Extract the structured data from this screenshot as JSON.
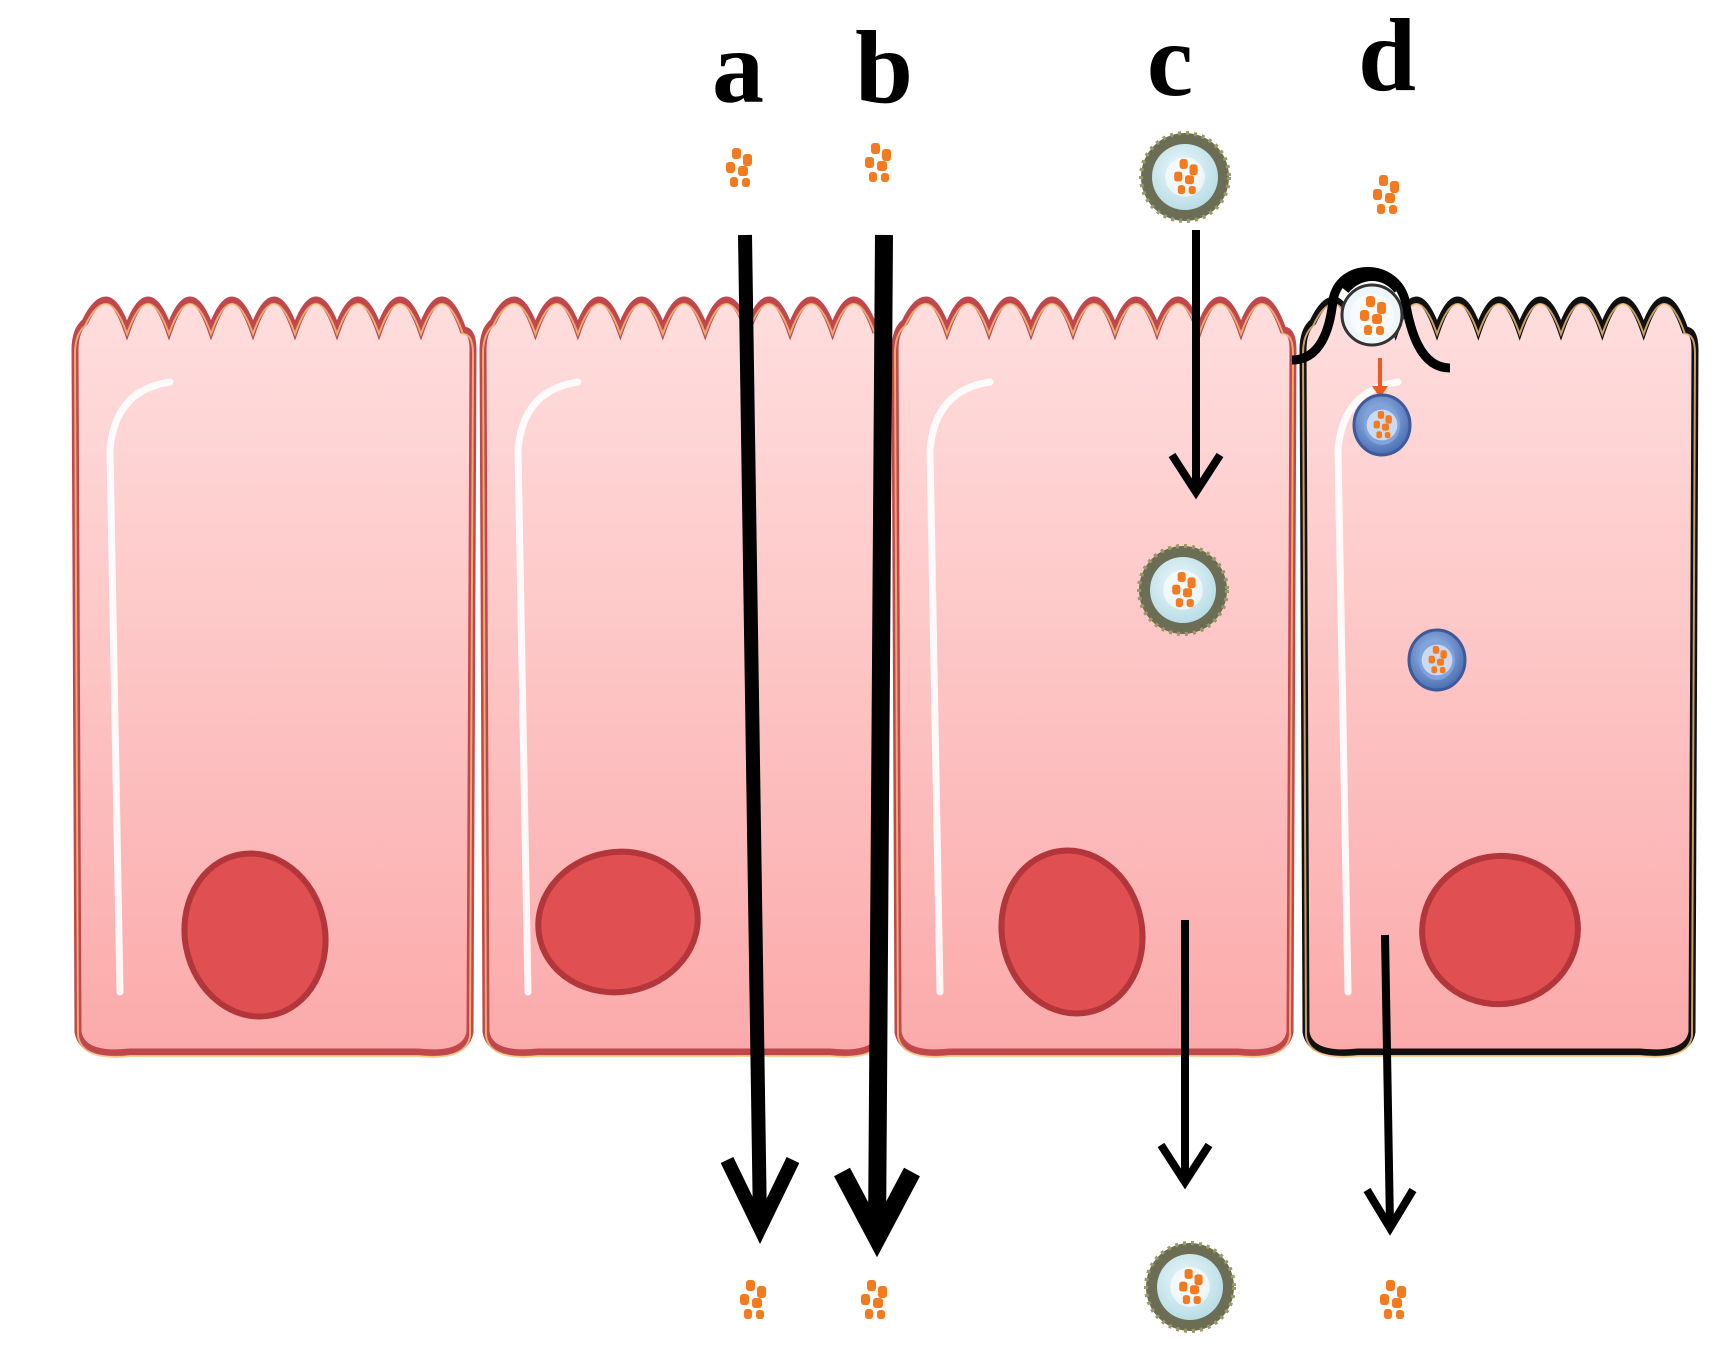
{
  "diagram": {
    "route_labels": [
      "a",
      "b",
      "c",
      "d"
    ]
  },
  "colors": {
    "cell_fill_top": "#ffdede",
    "cell_fill_bottom": "#fbaaaa",
    "cell_outline": "#c0474c",
    "cell_inner_line": "#f6c27a",
    "nucleus_fill": "#e04f51",
    "nucleus_outline": "#b3363a",
    "particle": "#f47a1f",
    "vesicle_membrane": "#6b6e55",
    "vesicle_core": "#d7eef3",
    "endosome": "#5c7fbf",
    "arrow": "#000000"
  }
}
